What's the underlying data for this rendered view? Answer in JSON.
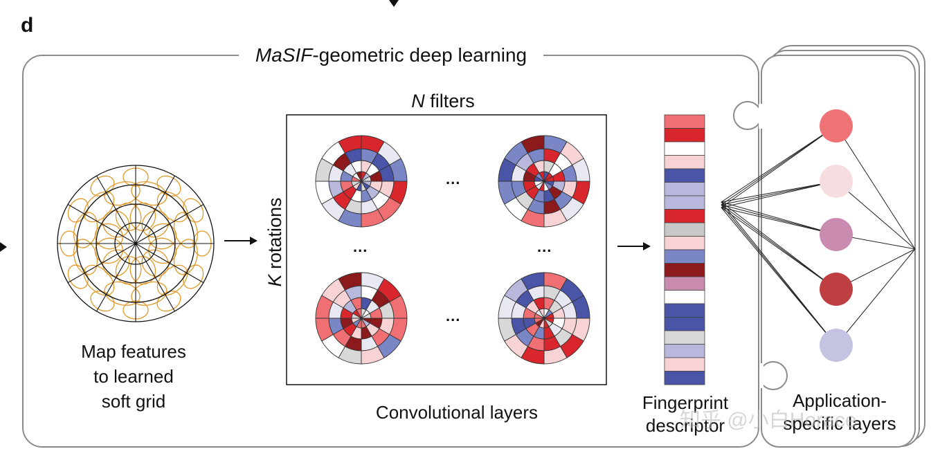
{
  "panel_letter": "d",
  "title": {
    "italic": "MaSIF",
    "rest": "-geometric deep learning"
  },
  "filters_label": {
    "italic": "N",
    "rest": " filters"
  },
  "rotations_label": {
    "italic": "K",
    "rest": " rotations"
  },
  "soft_grid_label": [
    "Map features",
    "to learned",
    "soft grid"
  ],
  "conv_label": "Convolutional layers",
  "fingerprint_label": [
    "Fingerprint",
    "descriptor"
  ],
  "app_label": [
    "Application-",
    "specific layers"
  ],
  "ellipsis": "...",
  "watermark": "知乎 @小白Horace",
  "colors": {
    "grid_line": "#e09a2a",
    "box": "#8a8a8a",
    "descriptor": [
      "#ef6f72",
      "#d8262c",
      "#ffffff",
      "#f7d3d6",
      "#4a55a8",
      "#b8b8dc",
      "#b8b8dc",
      "#d8262c",
      "#c8c8c8",
      "#f7d3d6",
      "#7b86c6",
      "#8c1a1c",
      "#c98bb0",
      "#ffffff",
      "#4a55a8",
      "#4a55a8",
      "#d8d8d8",
      "#b8b8dc",
      "#f7d3d6",
      "#4a55a8"
    ],
    "nodes": [
      "#ef7276",
      "#f6dde0",
      "#c98bb0",
      "#be3f41",
      "#c4c4e2"
    ]
  }
}
